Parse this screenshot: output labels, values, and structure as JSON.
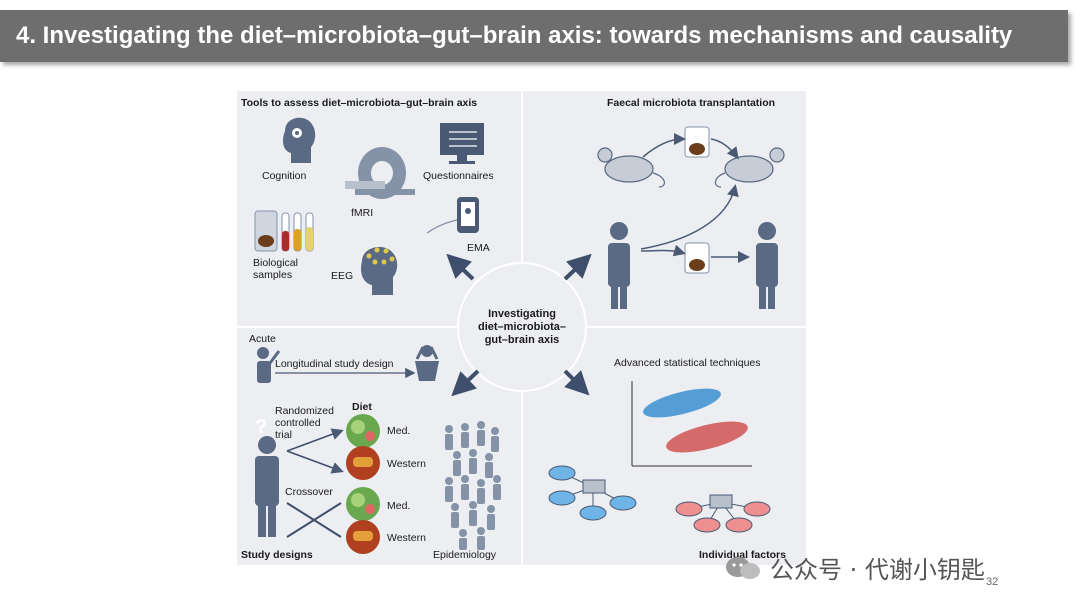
{
  "slide": {
    "title": "4. Investigating the diet–microbiota–gut–brain axis: towards mechanisms and causality",
    "page_number": "32"
  },
  "figure": {
    "center": [
      "Investigating",
      "diet–microbiota–",
      "gut–brain axis"
    ],
    "tools": {
      "heading": "Tools to assess diet–microbiota–gut–brain axis",
      "cognition": "Cognition",
      "fmri": "fMRI",
      "questionnaires": "Questionnaires",
      "biological": [
        "Biological",
        "samples"
      ],
      "eeg": "EEG",
      "ema": "EMA"
    },
    "fmt": {
      "heading": "Faecal microbiota transplantation"
    },
    "designs": {
      "acute": "Acute",
      "longitudinal": "Longitudinal study design",
      "rct": [
        "Randomized",
        "controlled",
        "trial"
      ],
      "diet": "Diet",
      "med1": "Med.",
      "western1": "Western",
      "crossover": "Crossover",
      "med2": "Med.",
      "western2": "Western",
      "epidemiology": "Epidemiology",
      "heading": "Study designs"
    },
    "factors": {
      "stats": "Advanced statistical techniques",
      "heading": "Individual factors"
    }
  },
  "watermark": {
    "text": "公众号 · 代谢小钥匙",
    "icon": "wechat-icon"
  },
  "colors": {
    "title_bg": "#6e6e6e",
    "panel_bg": "#eceef2",
    "figure_blue": "#5a6a85",
    "scatter_blue": "#3a8fd0",
    "scatter_red": "#d04a4a"
  }
}
